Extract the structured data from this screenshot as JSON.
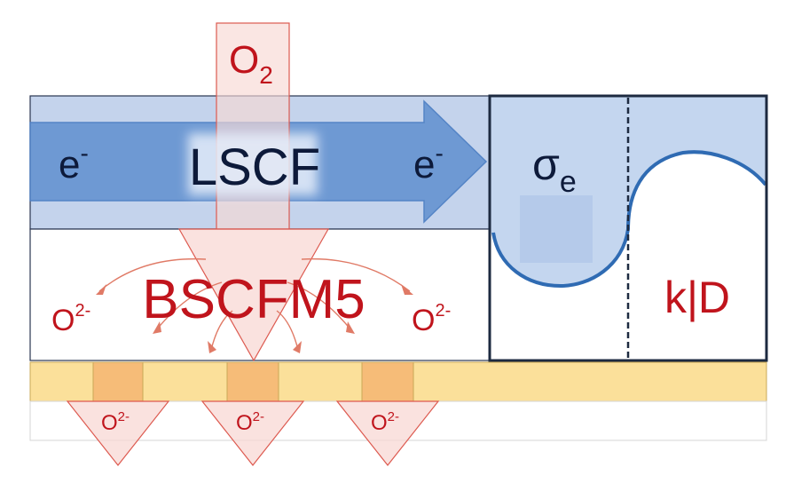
{
  "labels": {
    "oxygen_gas": "O",
    "oxygen_gas_sub": "2",
    "lscf": "LSCF",
    "electron_left": "e",
    "electron_right": "e",
    "electron_sup": "-",
    "bscfm5": "BSCFM5",
    "oxide_ion": "O",
    "oxide_ion_sup": "2-",
    "sigma": "σ",
    "sigma_sub": "e",
    "kd": "k|D"
  },
  "colors": {
    "lscf_layer": "#c4d3ec",
    "electron_arrow": "#6a96d2",
    "oxygen_flow": "#f8d8d4",
    "oxygen_outline": "#dd5a50",
    "label_red": "#c0141c",
    "electrolyte": "#fbe09a",
    "electrolyte_window": "#f6bc78",
    "dark_text": "#0d1a3a",
    "panel_border": "#1d2a40",
    "sigma_fill": "#c4d6ef",
    "sigma_curve": "#2f6bb3"
  }
}
